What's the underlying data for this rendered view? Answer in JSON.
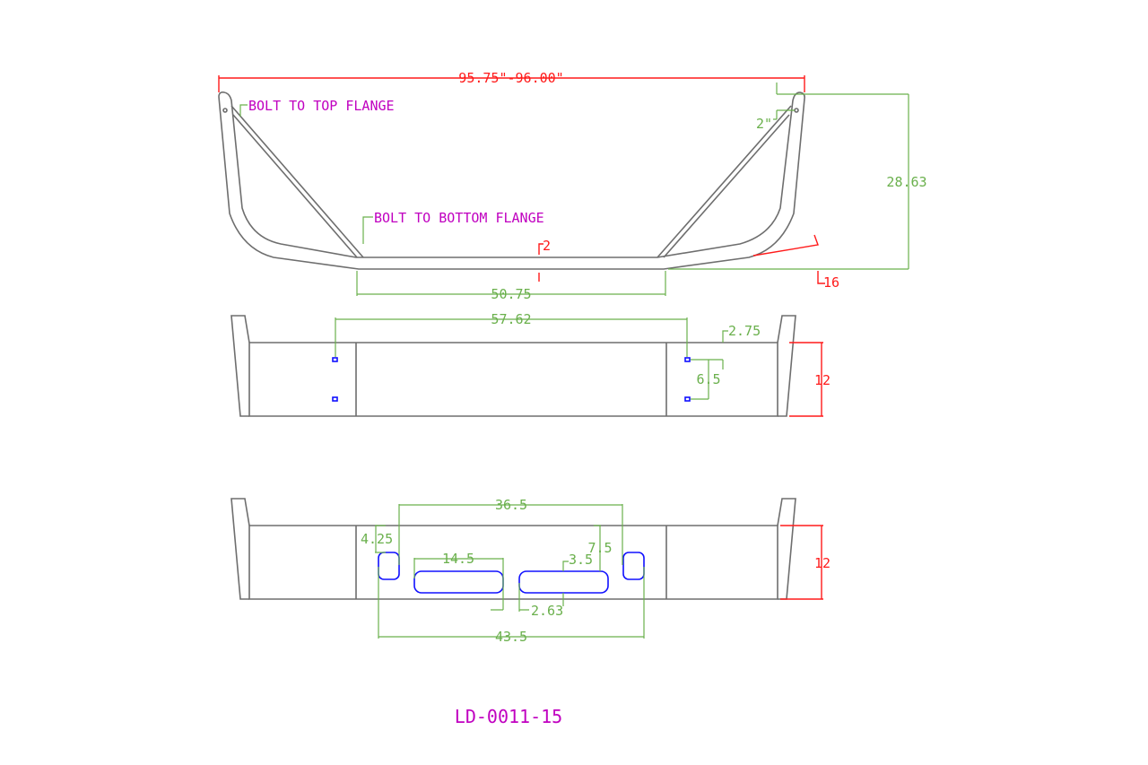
{
  "drawing": {
    "part_number": "LD-0011-15",
    "top_view": {
      "overall_width": "95.75\"-96.00\"",
      "note_top": "BOLT TO TOP FLANGE",
      "note_bottom": "BOLT TO BOTTOM FLANGE",
      "height": "28.63",
      "bolt_offset": "2\"",
      "center_span": "50.75",
      "thickness": "2",
      "angle_dim": "16"
    },
    "front_view": {
      "hole_spacing": "57.62",
      "edge_offset": "2.75",
      "hole_vertical": "6.5",
      "height": "12"
    },
    "bottom_view": {
      "inner_span": "36.5",
      "top_offset": "4.25",
      "slot_length": "14.5",
      "slot_height": "3.5",
      "slot_depth": "7.5",
      "slot_gap": "2.63",
      "outer_span": "43.5",
      "height": "12"
    }
  }
}
